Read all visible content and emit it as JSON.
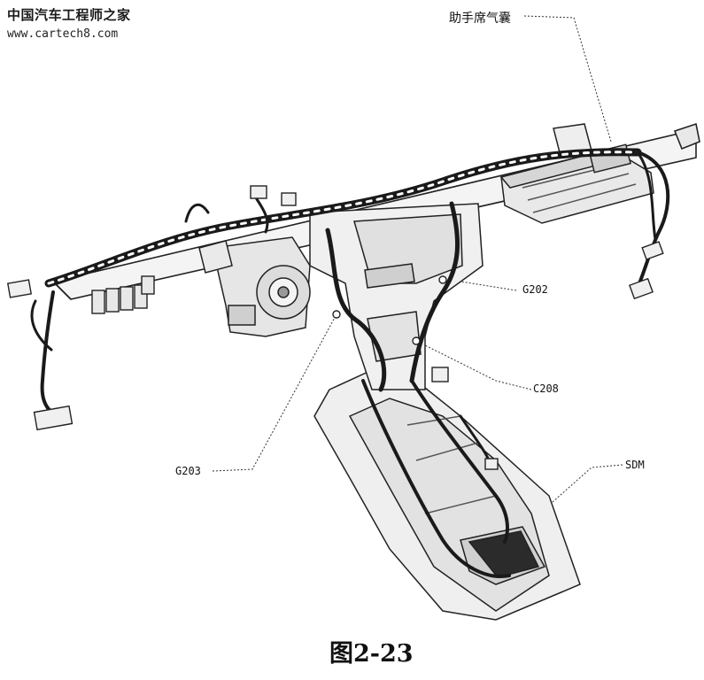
{
  "watermark": {
    "title": "中国汽车工程师之家",
    "url": "www.cartech8.com"
  },
  "labels": {
    "passenger_airbag": "助手席气囊",
    "g202": "G202",
    "c208": "C208",
    "g203": "G203",
    "sdm": "SDM"
  },
  "caption": "图2-23"
}
